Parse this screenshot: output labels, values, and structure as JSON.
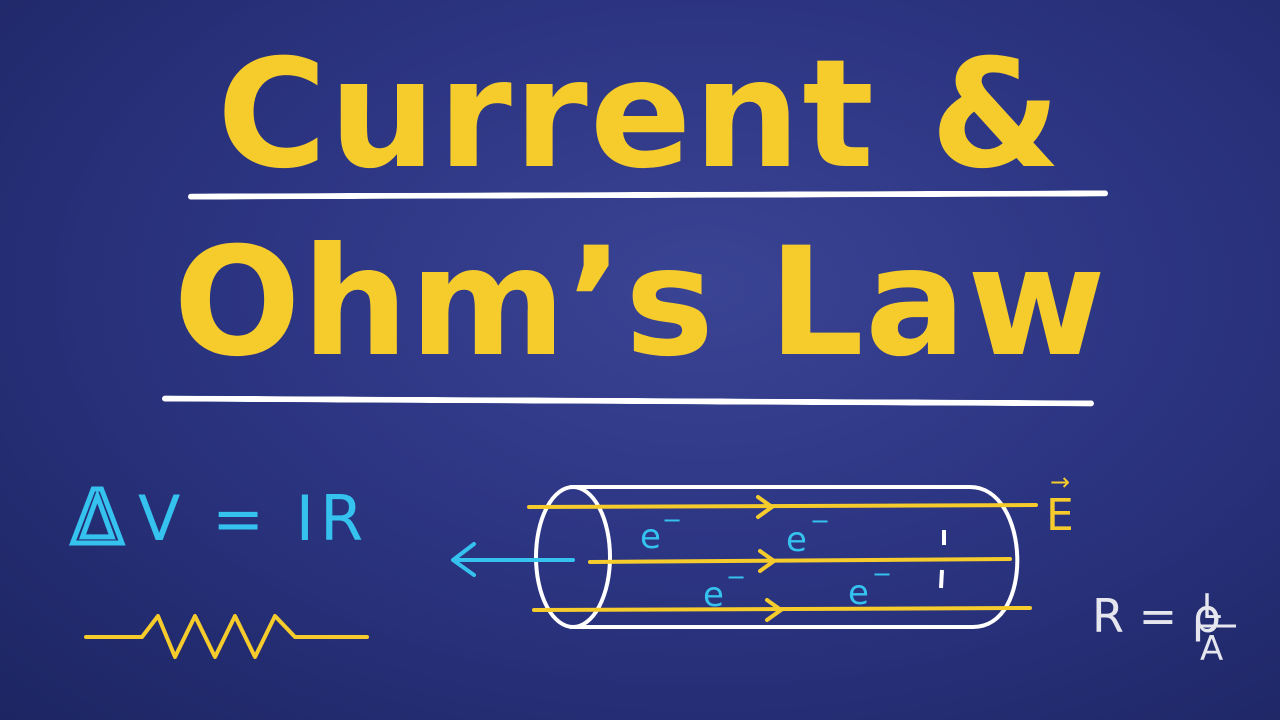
{
  "title": {
    "line1": "Current &",
    "line2": "Ohm’s Law"
  },
  "formulas": {
    "ohm": {
      "delta": "Δ",
      "rest": "V = IR"
    },
    "resistance": {
      "lhs": "R = ρ",
      "numerator": "L",
      "denominator": "A"
    },
    "field": "E",
    "field_arrow": "→",
    "electron": "e",
    "electron_charge": "−"
  },
  "colors": {
    "background": "#2c3582",
    "title": "#f6cc2c",
    "rule": "#ffffff",
    "formula_blue": "#35c2ee",
    "wire": "#f6cc2c",
    "formula_white": "#e6e6ef"
  }
}
